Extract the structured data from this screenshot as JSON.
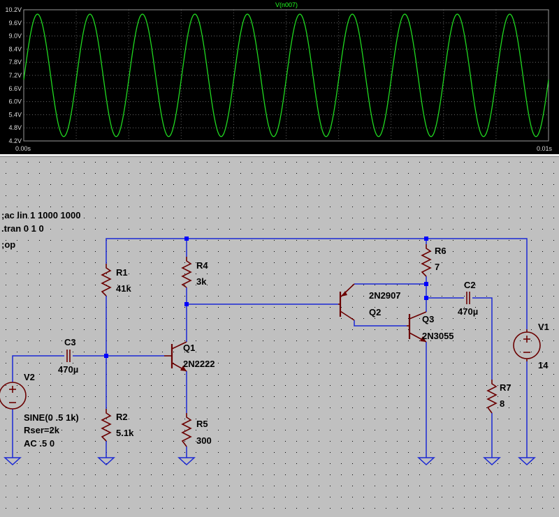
{
  "plot": {
    "trace_name": "V(n007)",
    "trace_color": "#20d820",
    "y_ticks": [
      "10.2V",
      "9.6V",
      "9.0V",
      "8.4V",
      "7.8V",
      "7.2V",
      "6.6V",
      "6.0V",
      "5.4V",
      "4.8V",
      "4.2V"
    ],
    "x_start": "0.00s",
    "x_end": "0.01s"
  },
  "chart_data": {
    "type": "line",
    "title": "V(n007)",
    "xlabel": "",
    "ylabel": "",
    "xlim": [
      0,
      0.01
    ],
    "ylim": [
      4.2,
      10.2
    ],
    "series": [
      {
        "name": "V(n007)",
        "waveform": "sine",
        "offset": 7.2,
        "amplitude": 2.8,
        "frequency_hz": 1000,
        "x_start": 0,
        "x_end": 0.01,
        "initial_value": 7.0
      }
    ],
    "grid": "dotted"
  },
  "schematic": {
    "directives": [
      ";ac lin 1 1000 1000",
      ".tran 0 1 0",
      ";op"
    ],
    "components": {
      "r1": {
        "name": "R1",
        "value": "41k"
      },
      "r2": {
        "name": "R2",
        "value": "5.1k"
      },
      "r4": {
        "name": "R4",
        "value": "3k"
      },
      "r5": {
        "name": "R5",
        "value": "300"
      },
      "r6": {
        "name": "R6",
        "value": "7"
      },
      "r7": {
        "name": "R7",
        "value": "8"
      },
      "c2": {
        "name": "C2",
        "value": "470µ"
      },
      "c3": {
        "name": "C3",
        "value": "470µ"
      },
      "q1": {
        "name": "Q1",
        "value": "2N2222"
      },
      "q2": {
        "name": "Q2",
        "value": "2N2907"
      },
      "q3": {
        "name": "Q3",
        "value": "2N3055"
      },
      "v1": {
        "name": "V1",
        "value": "14"
      },
      "v2": {
        "name": "V2",
        "line1": "SINE(0 .5 1k)",
        "line2": "Rser=2k",
        "line3": "AC .5 0"
      }
    },
    "wire_color": "#1a28d4",
    "component_color": "#6b0000",
    "junction_color": "#0000ff"
  }
}
